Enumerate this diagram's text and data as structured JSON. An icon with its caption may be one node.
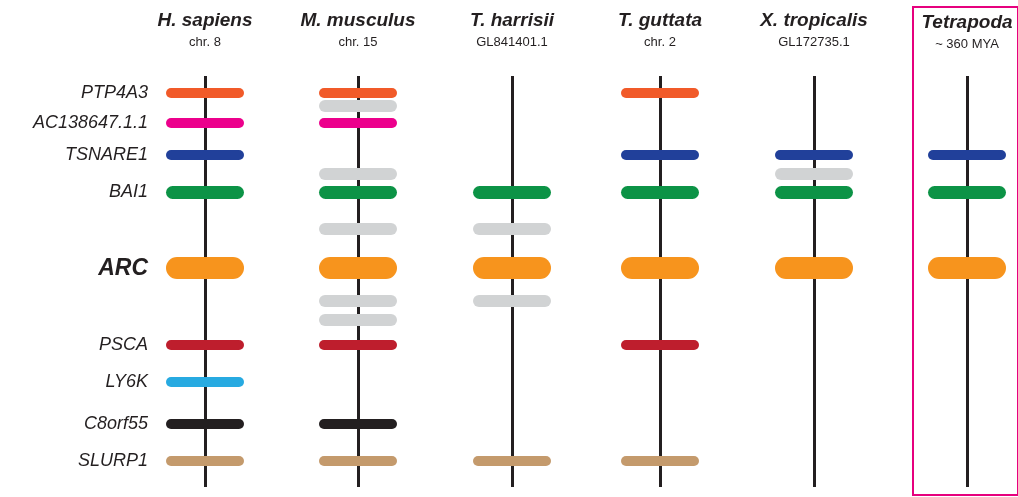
{
  "diagram": {
    "nodes": [
      {
        "text": [
          "Tetrapoda",
          "~ 360 MYA"
        ]
      }
    ],
    "labels": [
      "H. sapiens",
      "chr. 8",
      "M. musculus",
      "chr. 15",
      "T. harrisii",
      "GL841401.1",
      "T. guttata",
      "chr. 2",
      "X. tropicalis",
      "GL172735.1",
      "PTP4A3",
      "AC138647.1.1",
      "TSNARE1",
      "BAI1",
      "ARC",
      "PSCA",
      "LY6K",
      "C8orf55",
      "SLURP1"
    ]
  }
}
